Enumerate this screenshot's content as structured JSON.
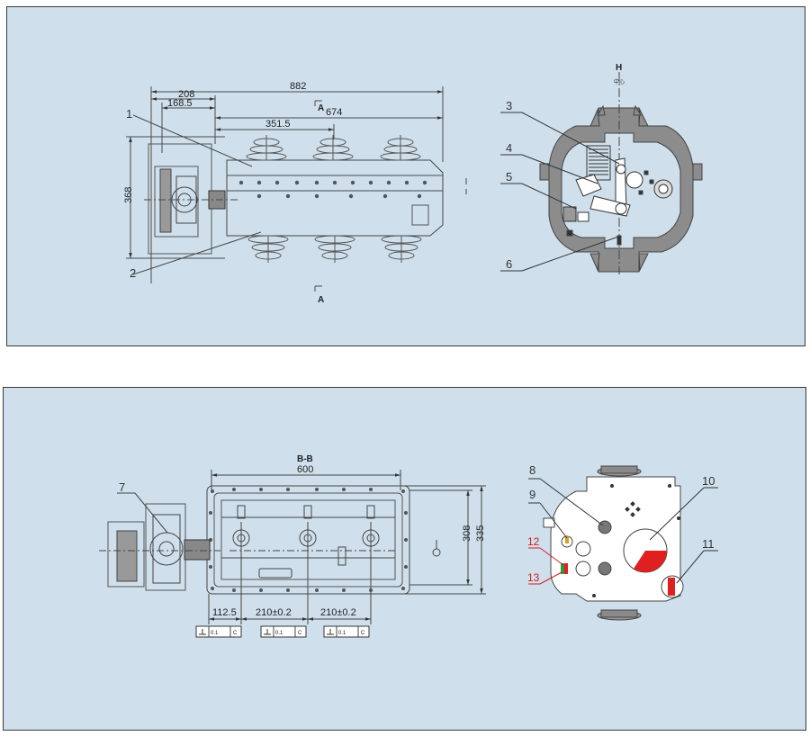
{
  "top_drawing": {
    "dimensions": {
      "overall_length": "882",
      "operator_width": "208",
      "operator_offset": "168.5",
      "tank_length": "674",
      "bushing_spacing": "351.5",
      "height": "368"
    },
    "section_marks": {
      "top": "A",
      "bottom": "A",
      "side_view_top": "H",
      "side_view_top_sub": "中心"
    },
    "callouts": [
      "1",
      "2",
      "3",
      "4",
      "5",
      "6"
    ]
  },
  "bottom_drawing": {
    "section_title": "B-B",
    "dimensions": {
      "tank_length": "600",
      "height_inner": "308",
      "height_outer": "335",
      "first_offset": "112.5",
      "pitch_1": "210±0.2",
      "pitch_2": "210±0.2"
    },
    "tolerance_frames": [
      {
        "value": "0.1",
        "datum": "C"
      },
      {
        "value": "0.1",
        "datum": "C"
      },
      {
        "value": "0.1",
        "datum": "C"
      }
    ],
    "callouts": [
      "7",
      "8",
      "9",
      "10",
      "11"
    ],
    "callouts_red": [
      "12",
      "13"
    ]
  },
  "colors": {
    "panel_bg": "#cfe0ec",
    "line": "#4a4a4a",
    "tank_fill": "#8c8c8c",
    "accent_red": "#e02020"
  }
}
